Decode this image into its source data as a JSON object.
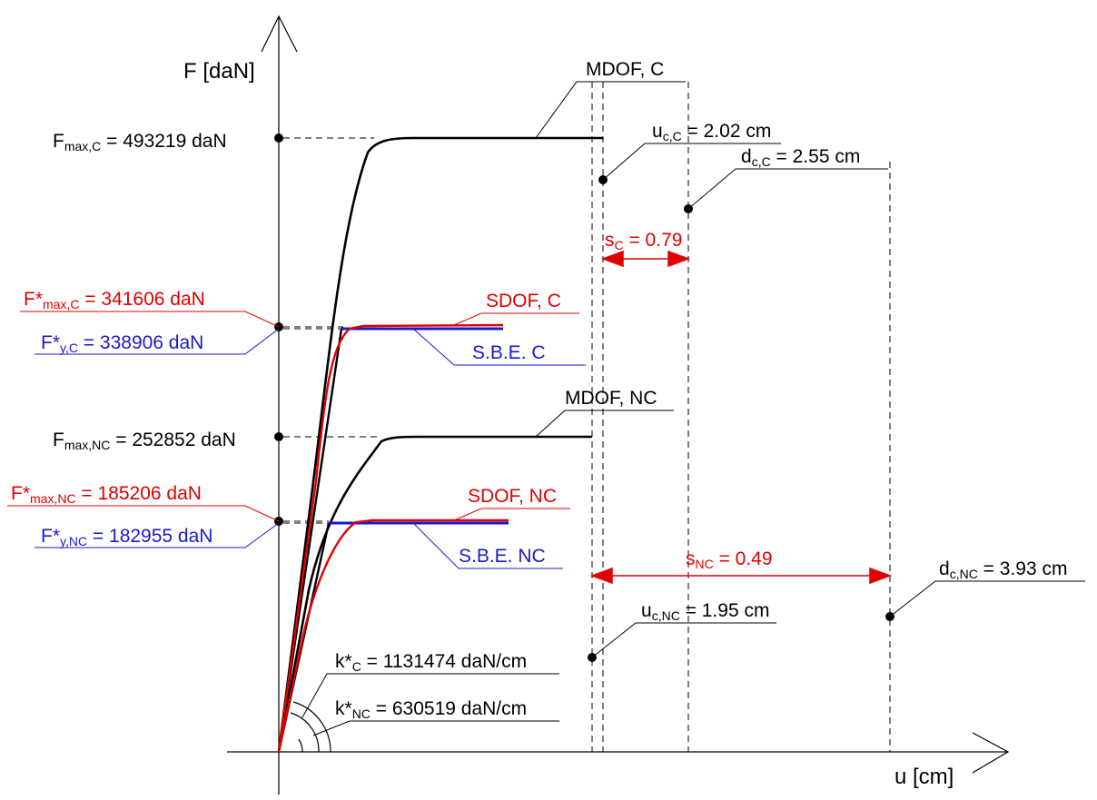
{
  "colors": {
    "black": "#000000",
    "red": "#e00000",
    "blue": "#1a1acc"
  },
  "axes": {
    "y_label": "F [daN]",
    "x_label": "u [cm]"
  },
  "labels": {
    "fmax_c": {
      "main": "F",
      "sub": "max,C",
      "rest": " = 493219 daN"
    },
    "fstar_max_c": {
      "main": "F*",
      "sub": "max,C",
      "rest": " = 341606 daN"
    },
    "fstar_y_c": {
      "main": "F*",
      "sub": "y,C",
      "rest": " = 338906 daN"
    },
    "fmax_nc": {
      "main": "F",
      "sub": "max,NC",
      "rest": " = 252852 daN"
    },
    "fstar_max_nc": {
      "main": "F*",
      "sub": "max,NC",
      "rest": " = 185206 daN"
    },
    "fstar_y_nc": {
      "main": "F*",
      "sub": "y,NC",
      "rest": " = 182955 daN"
    },
    "mdof_c": "MDOF, C",
    "sdof_c": "SDOF, C",
    "sbe_c": "S.B.E. C",
    "mdof_nc": "MDOF, NC",
    "sdof_nc": "SDOF, NC",
    "sbe_nc": "S.B.E. NC",
    "uc_c": {
      "main": "u",
      "sub": "c,C",
      "rest": " = 2.02 cm"
    },
    "dc_c": {
      "main": "d",
      "sub": "c,C",
      "rest": " = 2.55 cm"
    },
    "s_c": {
      "main": "s",
      "sub": "C",
      "rest": " = 0.79"
    },
    "s_nc": {
      "main": "s",
      "sub": "NC",
      "rest": " = 0.49"
    },
    "dc_nc": {
      "main": "d",
      "sub": "c,NC",
      "rest": " = 3.93 cm"
    },
    "uc_nc": {
      "main": "u",
      "sub": "c,NC",
      "rest": " = 1.95 cm"
    },
    "kstar_c": {
      "main": "k*",
      "sub": "C",
      "rest": " = 1131474 daN/cm"
    },
    "kstar_nc": {
      "main": "k*",
      "sub": "NC",
      "rest": " = 630519 daN/cm"
    }
  }
}
